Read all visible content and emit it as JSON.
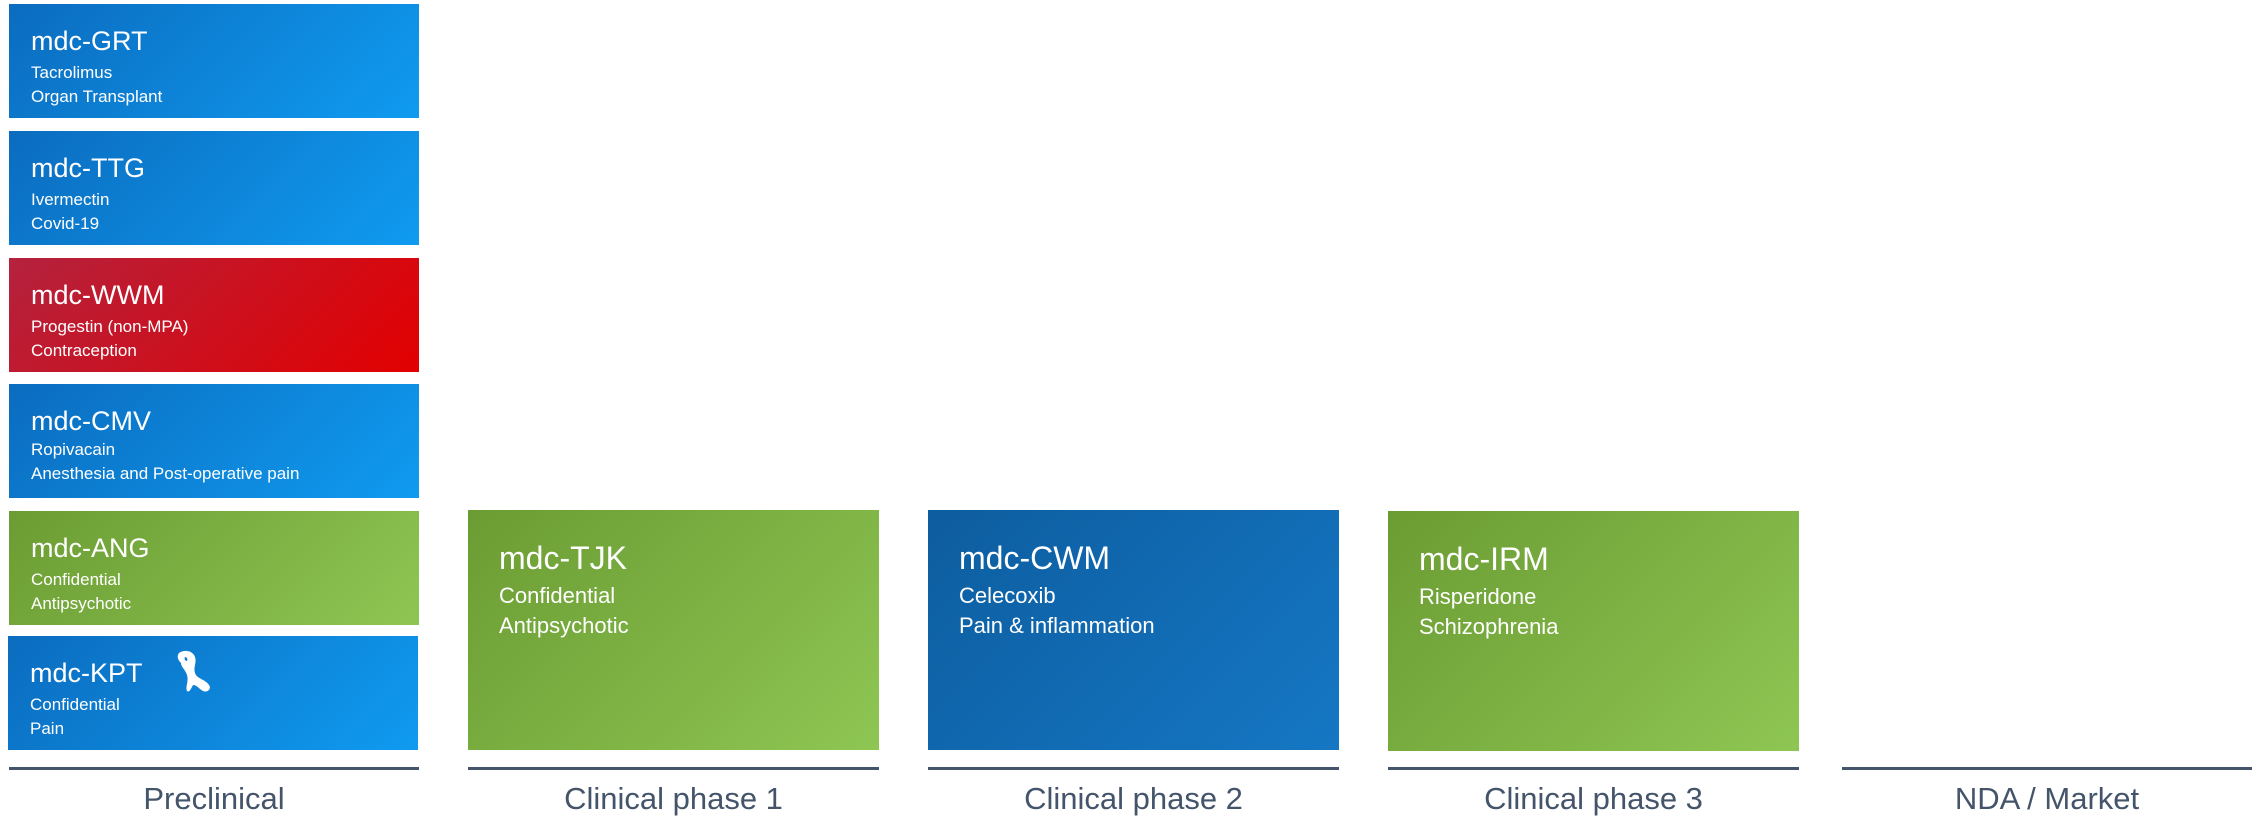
{
  "phases": [
    {
      "label": "Preclinical"
    },
    {
      "label": "Clinical phase 1"
    },
    {
      "label": "Clinical phase 2"
    },
    {
      "label": "Clinical phase 3"
    },
    {
      "label": "NDA / Market"
    }
  ],
  "preclinical": [
    {
      "code": "mdc-GRT",
      "drug": "Tacrolimus",
      "indication": "Organ Transplant",
      "color": "#0f8ee6"
    },
    {
      "code": "mdc-TTG",
      "drug": "Ivermectin",
      "indication": "Covid-19",
      "color": "#0f8ee6"
    },
    {
      "code": "mdc-WWM",
      "drug": "Progestin (non-MPA)",
      "indication": "Contraception",
      "color": "#d4101c"
    },
    {
      "code": "mdc-CMV",
      "drug": "Ropivacain",
      "indication": "Anesthesia and Post-operative pain",
      "color": "#0f8ee6"
    },
    {
      "code": "mdc-ANG",
      "drug": "Confidential",
      "indication": "Antipsychotic",
      "color": "#7fb446"
    },
    {
      "code": "mdc-KPT",
      "drug": "Confidential",
      "indication": "Pain",
      "color": "#0f8ee6",
      "icon": "animal-icon"
    }
  ],
  "phase1": {
    "code": "mdc-TJK",
    "drug": "Confidential",
    "indication": "Antipsychotic",
    "color": "#7fb446"
  },
  "phase2": {
    "code": "mdc-CWM",
    "drug": "Celecoxib",
    "indication": "Pain & inflammation",
    "color": "#1068b0"
  },
  "phase3": {
    "code": "mdc-IRM",
    "drug": "Risperidone",
    "indication": "Schizophrenia",
    "color": "#7fb446"
  },
  "colors": {
    "blue": "#0f8ee6",
    "red": "#d4101c",
    "green": "#7fb446",
    "dark_blue": "#1068b0",
    "axis": "#44546a"
  }
}
